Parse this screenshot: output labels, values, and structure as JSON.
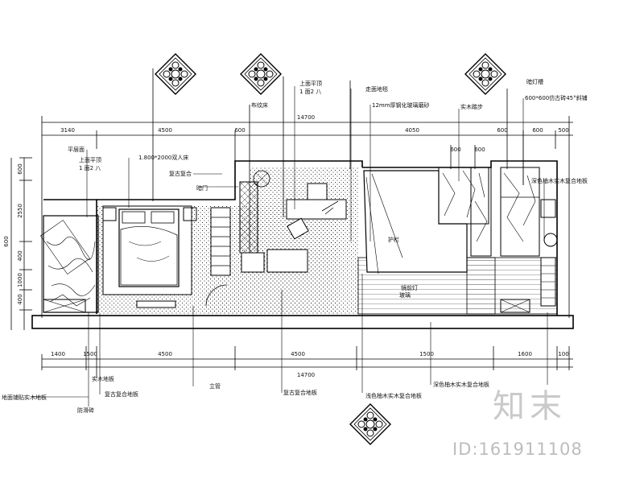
{
  "dimensions": {
    "top_total": "14700",
    "top_segments": [
      "3140",
      "4500",
      "600",
      "4050",
      "600",
      "600",
      "500"
    ],
    "top_subsegments": [
      "600",
      "600"
    ],
    "bottom_total": "14700",
    "bottom_segments": [
      "1400",
      "1500",
      "4500",
      "4500",
      "1500",
      "1600",
      "100"
    ],
    "left_segments": [
      "600",
      "2550",
      "400",
      "1000",
      "400"
    ],
    "left_total": "600"
  },
  "labels": {
    "t1a": "上面平顶",
    "t1b": "1 面2 八",
    "t2": "布纹床",
    "t3": "走面地毯",
    "t4": "12mm厚钢化玻璃磨砂",
    "t5": "实木踏步",
    "t6": "暗灯槽",
    "t7": "600*600仿古砖45°斜铺",
    "l1": "平层面",
    "l2a": "上面平顶",
    "l2b": "1 面2 八",
    "l3": "1.800*2000双人床",
    "l4": "复古复合",
    "l5": "暗门",
    "r1": "深色柚木实木复合地板",
    "c1": "护栏",
    "c2": "镜前灯",
    "c3": "玻璃",
    "b1": "实木地板",
    "b2": "复古复合地板",
    "b3": "立管",
    "b4": "复古复合地板",
    "b5": "防滑砖",
    "b6": "浅色柚木实木复合地板",
    "b7": "深色柚木实木复合地板",
    "b8": "地面铺贴实木地板"
  },
  "watermark": {
    "brand": "知末",
    "id": "ID:161911108"
  }
}
